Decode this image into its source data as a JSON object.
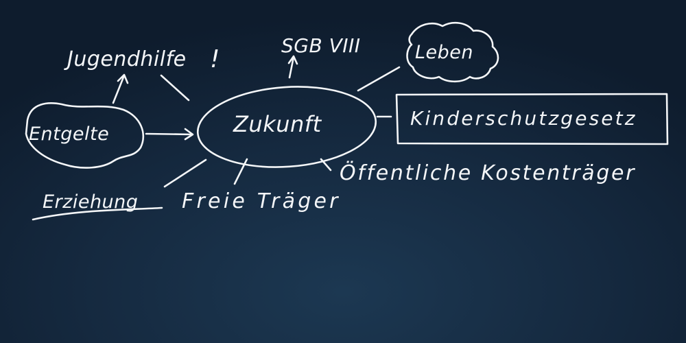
{
  "diagram": {
    "center": "Zukunft",
    "nodes": {
      "jugendhilfe": "Jugendhilfe",
      "exclamation": "!",
      "sgb": "SGB VIII",
      "leben": "Leben",
      "entgelte": "Entgelte",
      "kinderschutz": "Kinderschutzgesetz",
      "oeffentliche": "Öffentliche Kostenträger",
      "erziehung": "Erziehung",
      "freie": "Freie Träger"
    },
    "colors": {
      "chalk": "#f4f6f8",
      "board": "#15293f"
    }
  }
}
